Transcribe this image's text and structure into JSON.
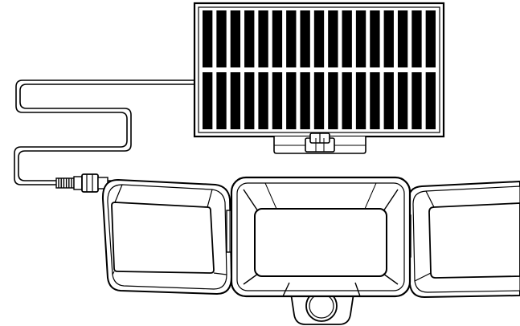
{
  "illustration": {
    "parts": [
      {
        "name": "solar-panel",
        "cell_columns": 17,
        "cell_rows": 2
      },
      {
        "name": "mounting-bracket"
      },
      {
        "name": "power-cable"
      },
      {
        "name": "connector-plug"
      },
      {
        "name": "left-light-head"
      },
      {
        "name": "center-light-head"
      },
      {
        "name": "right-light-head"
      },
      {
        "name": "motion-sensor"
      }
    ],
    "colors": {
      "line": "#000000",
      "fill": "#ffffff",
      "cell": "#000000"
    }
  }
}
